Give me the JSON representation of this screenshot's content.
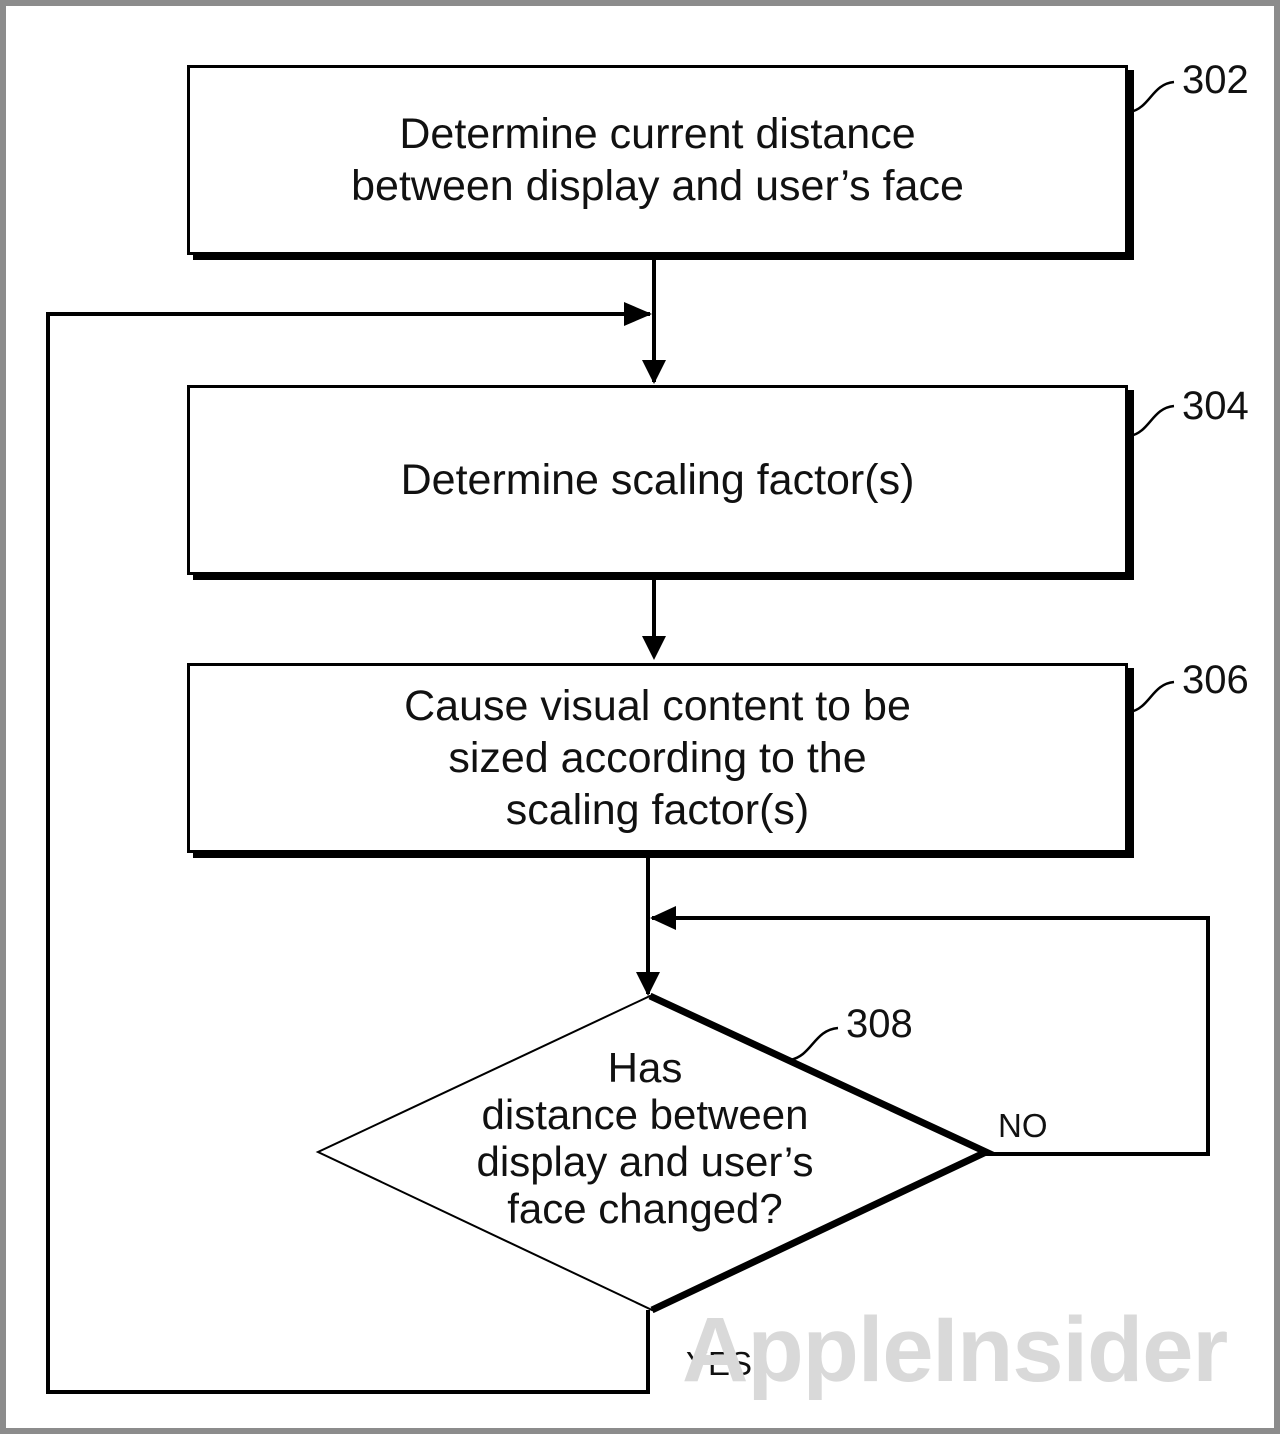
{
  "flowchart": {
    "steps": [
      {
        "ref": "302",
        "text": "Determine current distance\nbetween display and user’s face"
      },
      {
        "ref": "304",
        "text": "Determine scaling factor(s)"
      },
      {
        "ref": "306",
        "text": "Cause visual content to be\nsized according to the\nscaling factor(s)"
      }
    ],
    "decision": {
      "ref": "308",
      "text": "Has\ndistance between\ndisplay and user’s\nface changed?",
      "yes_label": "YES",
      "no_label": "NO"
    }
  },
  "watermark": "AppleInsider"
}
